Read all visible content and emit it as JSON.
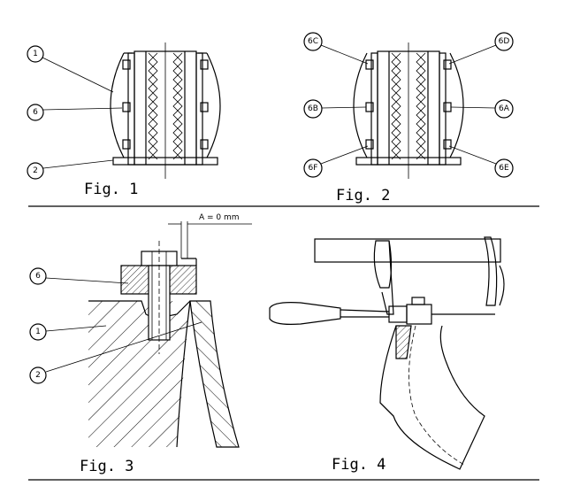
{
  "figures": {
    "fig1": {
      "caption": "Fig. 1",
      "callouts": [
        "1",
        "6",
        "2"
      ]
    },
    "fig2": {
      "caption": "Fig. 2",
      "callouts": [
        "6C",
        "6D",
        "6B",
        "6A",
        "6F",
        "6E"
      ]
    },
    "fig3": {
      "caption": "Fig. 3",
      "dimension": "A = 0 mm",
      "callouts": [
        "6",
        "1",
        "2"
      ]
    },
    "fig4": {
      "caption": "Fig. 4"
    }
  }
}
